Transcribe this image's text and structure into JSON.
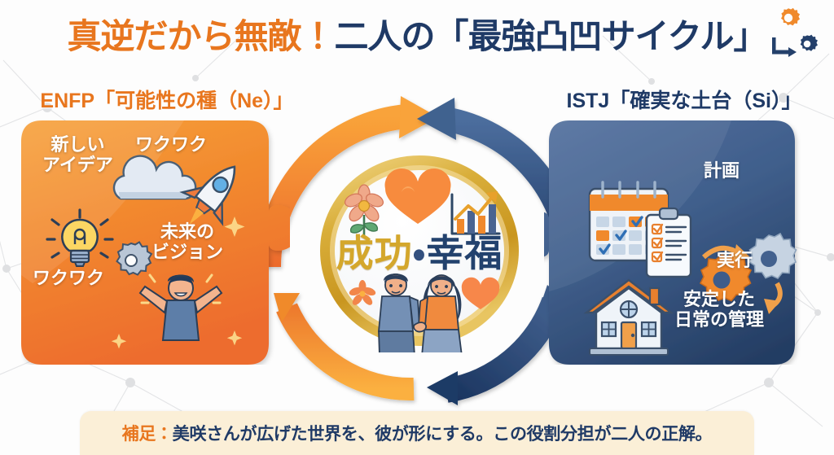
{
  "header": {
    "title_part1": "真逆だから無敵！",
    "title_part2": "二人の「最強凸凹サイクル」",
    "gear_icon_1": "gear-icon-orange",
    "gear_icon_2": "gear-icon-navy"
  },
  "left_panel": {
    "label": "ENFP「可能性の種（Ne）」",
    "accent_color": "#F08A2C",
    "items": [
      {
        "text": "新しい\nアイデア",
        "name": "new-idea-label"
      },
      {
        "text": "ワクワク",
        "name": "excitement-label-top"
      },
      {
        "text": "未来の\nビジョン",
        "name": "future-vision-label"
      },
      {
        "text": "ワクワク",
        "name": "excitement-label-bottom"
      }
    ],
    "icons": [
      "lightbulb-icon",
      "rocket-icon",
      "cloud-icon",
      "gear-icon",
      "cheering-person-icon",
      "sparkle-icon"
    ]
  },
  "right_panel": {
    "label": "ISTJ「確実な土台（Si）」",
    "accent_color": "#4A6491",
    "items": [
      {
        "text": "計画",
        "name": "plan-label"
      },
      {
        "text": "実行",
        "name": "execute-label"
      },
      {
        "text": "安定した\n日常の管理",
        "name": "stable-routine-label"
      }
    ],
    "icons": [
      "calendar-icon",
      "clipboard-checklist-icon",
      "gear-icon-orange",
      "gear-icon-gray",
      "house-icon",
      "curved-arrow-icon"
    ]
  },
  "center": {
    "success_text": "成功",
    "separator": "・",
    "happiness_text": "幸福",
    "success_color": "#D4A72C",
    "happiness_color": "#23426E",
    "icons": [
      "flower-icon",
      "heart-icon",
      "growth-chart-icon",
      "small-flower-icon",
      "couple-holding-hands-icon",
      "small-heart-icon"
    ]
  },
  "cycle": {
    "arrows": [
      {
        "name": "arrow-outer-orange-top",
        "color": "#F0892C",
        "direction": "clockwise-top"
      },
      {
        "name": "arrow-outer-navy-top",
        "color": "#3E5C8A",
        "direction": "counterclockwise-top"
      },
      {
        "name": "arrow-inner-orange-bottom",
        "color": "#F0892C",
        "direction": "up-left"
      },
      {
        "name": "arrow-inner-navy-bottom",
        "color": "#1F3A66",
        "direction": "down-left"
      }
    ],
    "ring_color": "#D9AE3A"
  },
  "footer": {
    "prefix": "補足：",
    "note": "美咲さんが広げた世界を、彼が形にする。この役割分担が二人の正解。",
    "background_color": "#FBEFD7"
  }
}
